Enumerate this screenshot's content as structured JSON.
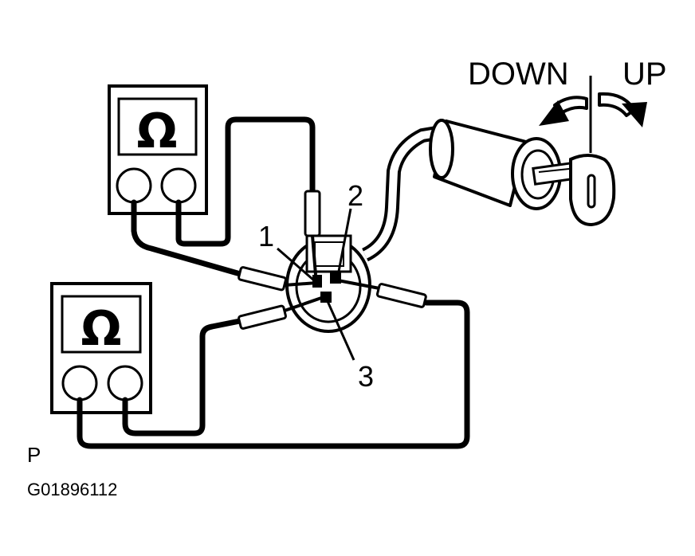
{
  "labels": {
    "down": "DOWN",
    "up": "UP",
    "pin_1": "1",
    "pin_2": "2",
    "pin_3": "3",
    "panel_marker": "P",
    "figure_code": "G01896112"
  },
  "meter_upper": {
    "symbol": "Ω"
  },
  "meter_lower": {
    "symbol": "Ω"
  },
  "icons": [
    "ohmmeter-icon",
    "ohmmeter-icon",
    "connector-icon",
    "key-cylinder-icon",
    "key-icon",
    "arrow-down-icon",
    "arrow-up-icon"
  ],
  "colors": {
    "ink": "#000000",
    "paper": "#ffffff"
  }
}
